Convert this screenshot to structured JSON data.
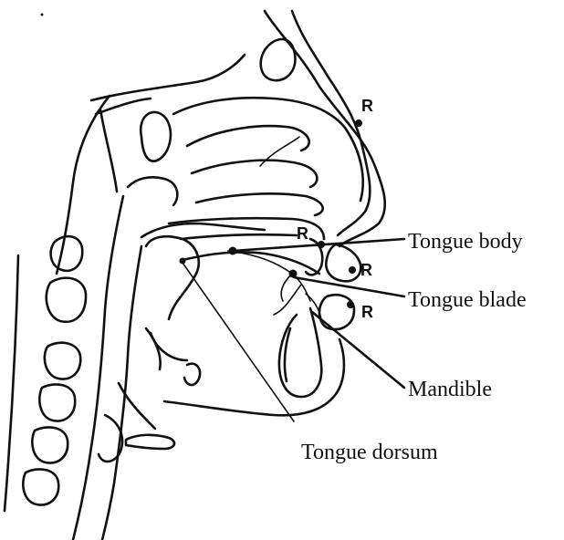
{
  "labels": {
    "tongue_body": "Tongue body",
    "tongue_blade": "Tongue blade",
    "mandible": "Mandible",
    "tongue_dorsum": "Tongue dorsum"
  },
  "reference_markers": [
    "R",
    "R",
    "R",
    "R"
  ],
  "colors": {
    "ink": "#111111",
    "background": "#ffffff"
  }
}
